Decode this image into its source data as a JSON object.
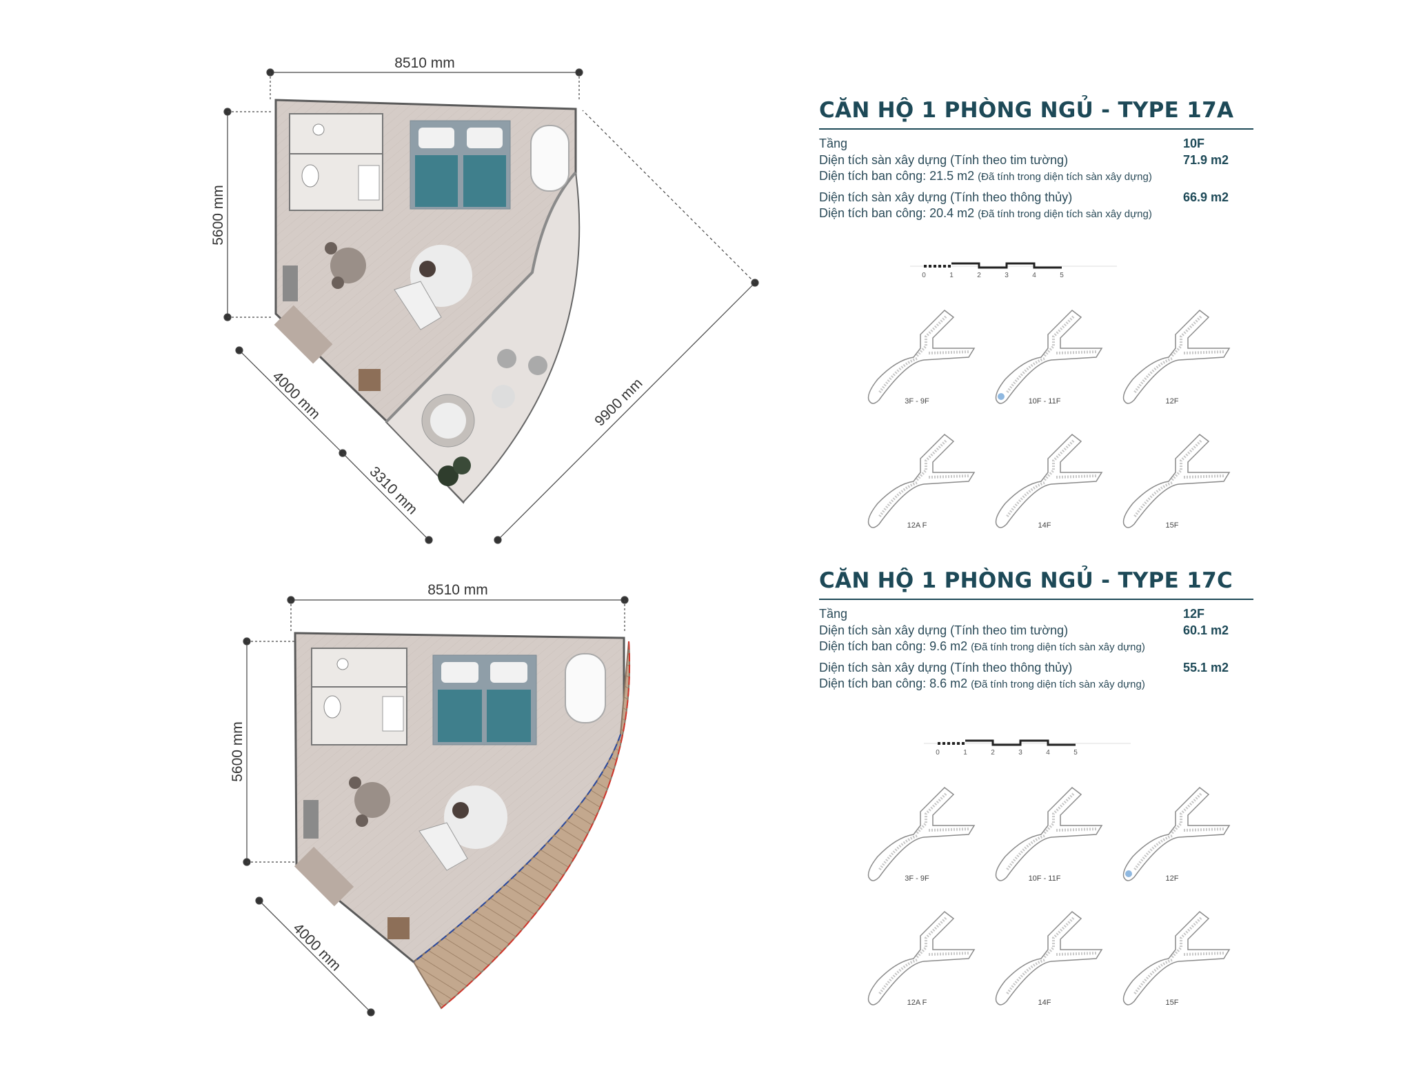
{
  "apartments": [
    {
      "id": "17A",
      "title": "CĂN HỘ 1 PHÒNG NGỦ - TYPE 17A",
      "rows": [
        {
          "label": "Tầng",
          "value": "10F"
        },
        {
          "label": "Diện tích sàn xây dựng (Tính theo tim tường)",
          "value": "71.9 m2"
        },
        {
          "label": "Diện tích ban công: 21.5 m2",
          "note": "(Đã tính trong diện tích sàn xây dựng)"
        },
        {
          "label": "Diện tích sàn xây dựng (Tính theo thông thủy)",
          "value": "66.9 m2"
        },
        {
          "label": "Diện tích ban công: 20.4 m2",
          "note": "(Đã tính trong diện tích sàn xây dựng)"
        }
      ],
      "dimensions": {
        "top": "8510 mm",
        "left": "5600 mm",
        "diag_left": "4000 mm",
        "diag_balcony": "3310 mm",
        "diag_right": "9900 mm"
      },
      "scale_labels": [
        "0",
        "1",
        "2",
        "3",
        "4",
        "5"
      ],
      "keyplan_labels": [
        "3F - 9F",
        "10F - 11F",
        "12F",
        "12A F",
        "14F",
        "15F"
      ],
      "highlight_index": 1
    },
    {
      "id": "17C",
      "title": "CĂN HỘ 1 PHÒNG NGỦ - TYPE 17C",
      "rows": [
        {
          "label": "Tầng",
          "value": "12F"
        },
        {
          "label": "Diện tích sàn xây dựng (Tính theo tim tường)",
          "value": "60.1 m2"
        },
        {
          "label": "Diện tích ban công: 9.6 m2",
          "note": "(Đã tính trong diện tích sàn xây dựng)"
        },
        {
          "label": "Diện tích sàn xây dựng (Tính theo thông thủy)",
          "value": "55.1 m2"
        },
        {
          "label": "Diện tích ban công: 8.6 m2",
          "note": "(Đã tính trong diện tích sàn xây dựng)"
        }
      ],
      "dimensions": {
        "top": "8510 mm",
        "left": "5600 mm",
        "diag_left": "4000 mm"
      },
      "scale_labels": [
        "0",
        "1",
        "2",
        "3",
        "4",
        "5"
      ],
      "keyplan_labels": [
        "3F - 9F",
        "10F - 11F",
        "12F",
        "12A F",
        "14F",
        "15F"
      ],
      "highlight_index": 2
    }
  ],
  "colors": {
    "heading": "#1d4957",
    "floor": "#d8d0cc",
    "bed": "#3f7f8c",
    "wall": "#5a5a5a",
    "deck": "#b79c82"
  }
}
